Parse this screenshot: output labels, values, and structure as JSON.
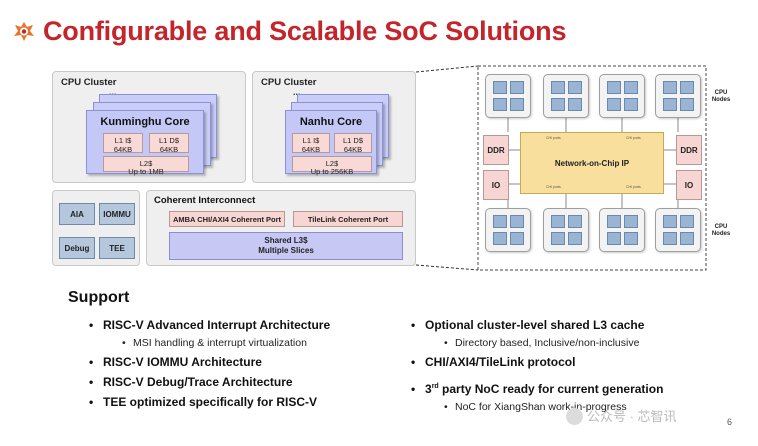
{
  "slide": {
    "title": "Configurable and Scalable SoC Solutions",
    "accent_color": "#c4252b"
  },
  "clusters": [
    {
      "label": "CPU Cluster",
      "dots": "...",
      "core_name": "Kunminghu Core",
      "l1i": "L1 I$",
      "l1i_size": "64KB",
      "l1d": "L1 D$",
      "l1d_size": "64KB",
      "l2": "L2$",
      "l2_size": "Up to 1MB"
    },
    {
      "label": "CPU Cluster",
      "dots": "...",
      "core_name": "Nanhu Core",
      "l1i": "L1 I$",
      "l1i_size": "64KB",
      "l1d": "L1 D$",
      "l1d_size": "64KB",
      "l2": "L2$",
      "l2_size": "Up to 256KB"
    }
  ],
  "components": {
    "items": [
      "AIA",
      "IOMMU",
      "Debug",
      "TEE"
    ]
  },
  "coherent": {
    "label": "Coherent Interconnect",
    "port_amba": "AMBA CHI/AXI4 Coherent Port",
    "port_tilelink": "TileLink Coherent Port",
    "l3_line1": "Shared L3$",
    "l3_line2": "Multiple Slices"
  },
  "noc": {
    "label": "Network-on-Chip IP",
    "cpu_nodes_label": "CPU Nodes",
    "ddr": "DDR",
    "io": "IO",
    "chi_port": "CHI ports"
  },
  "support": {
    "heading": "Support",
    "left": [
      {
        "text": "RISC-V Advanced Interrupt Architecture",
        "sub": "MSI handling & interrupt virtualization"
      },
      {
        "text": "RISC-V IOMMU Architecture",
        "sub": ""
      },
      {
        "text": "RISC-V Debug/Trace Architecture",
        "sub": ""
      },
      {
        "text": "TEE optimized specifically for RISC-V",
        "sub": ""
      }
    ],
    "right": [
      {
        "text": "Optional cluster-level shared L3 cache",
        "sub": "Directory based, Inclusive/non-inclusive"
      },
      {
        "text": "CHI/AXI4/TileLink protocol",
        "sub": ""
      },
      {
        "text_prefix": "3",
        "text_sup": "rd",
        "text": " party NoC ready for current generation",
        "sub": "NoC for XiangShan work-in-progress"
      }
    ]
  },
  "watermark": "公众号 · 芯智讯",
  "page_number": "6"
}
